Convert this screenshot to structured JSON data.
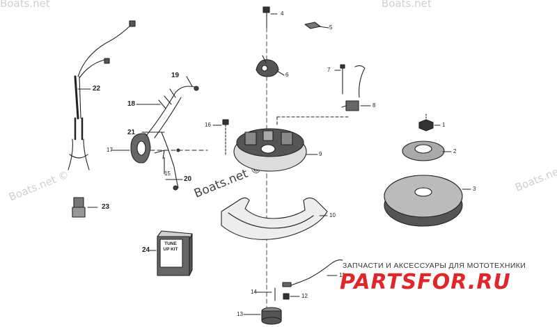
{
  "watermarks": {
    "top_left": "Boats.net",
    "top_right": "Boats.net",
    "left_middle": "Boats.net ©",
    "center": "Boats.net ©",
    "right_middle": "Boats.net"
  },
  "callouts": {
    "c1": "1",
    "c2": "2",
    "c3": "3",
    "c4": "4",
    "c5": "5",
    "c6": "6",
    "c7": "7",
    "c8": "8",
    "c9": "9",
    "c10": "10",
    "c11": "11",
    "c12": "12",
    "c13": "13",
    "c14": "14",
    "c15": "15",
    "c16": "16",
    "c17": "17",
    "c18": "18",
    "c19": "19",
    "c20": "20",
    "c21": "21",
    "c22": "22",
    "c23": "23",
    "c24": "24"
  },
  "tune_kit_label": "TUNE UP KIT",
  "brand": {
    "caption": "ЗАПЧАСТИ И АКСЕССУАРЫ ДЛЯ МОТОТЕХНИКИ",
    "logo": "PARTSFOR.RU",
    "logo_color": "#e1262b"
  }
}
